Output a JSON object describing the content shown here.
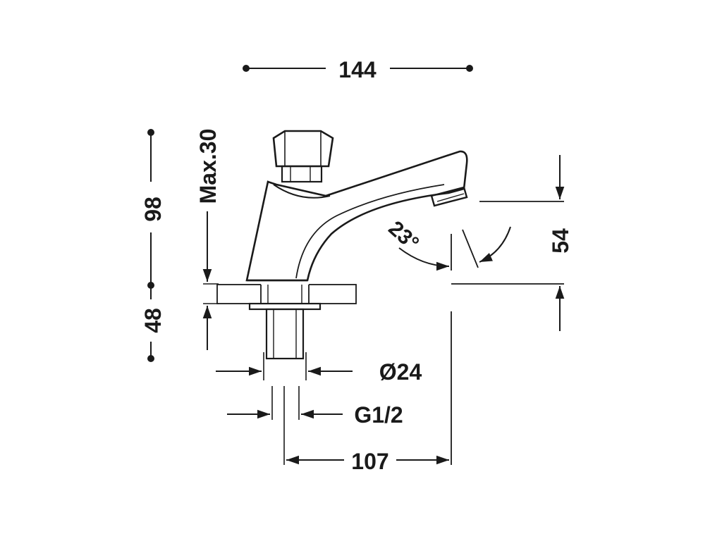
{
  "dimensions": {
    "overall_width": "144",
    "total_height": "98",
    "below_counter": "48",
    "max_thickness": "Max.30",
    "spout_height": "54",
    "spout_angle": "23°",
    "body_diameter": "Ø24",
    "thread": "G1/2",
    "spout_reach": "107"
  },
  "colors": {
    "line": "#1a1a1a",
    "background": "#ffffff"
  }
}
